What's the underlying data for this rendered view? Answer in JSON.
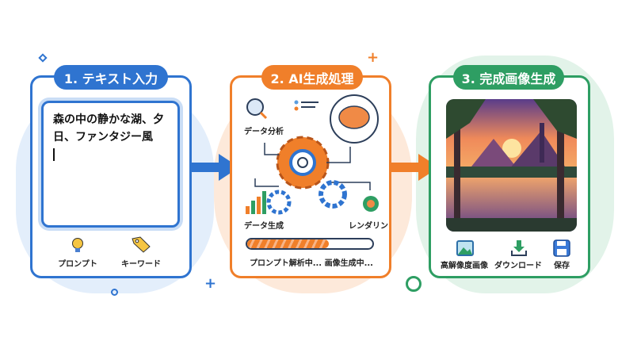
{
  "steps": [
    {
      "title": "1. テキスト入力",
      "input_text": "森の中の静かな湖、夕日、ファンタジー風",
      "icons": [
        {
          "icon": "lightbulb-icon",
          "label": "プロンプト"
        },
        {
          "icon": "tag-icon",
          "label": "キーワード"
        }
      ]
    },
    {
      "title": "2. AI生成処理",
      "nodes": [
        "データ分析",
        "データ生成",
        "レンダリン"
      ],
      "progress": 0.65,
      "status": "プロンプト解析中... 画像生成中..."
    },
    {
      "title": "3. 完成画像生成",
      "actions": [
        {
          "icon": "image-icon",
          "label": "高解像度画像"
        },
        {
          "icon": "download-icon",
          "label": "ダウンロード"
        },
        {
          "icon": "save-icon",
          "label": "保存"
        }
      ]
    }
  ],
  "colors": {
    "blue": "#2f74d0",
    "orange": "#f07f2a",
    "green": "#2e9e63"
  }
}
